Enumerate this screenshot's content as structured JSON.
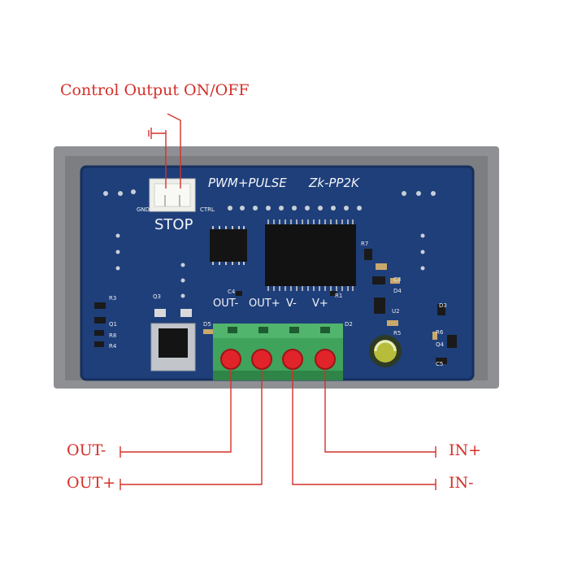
{
  "callouts": {
    "top": "Control Output ON/OFF",
    "out_minus": "OUT-",
    "out_plus": "OUT+",
    "in_plus": "IN+",
    "in_minus": "IN-"
  },
  "board": {
    "title_left": "PWM+PULSE",
    "title_right": "Zk-PP2K",
    "stop": "STOP",
    "gnd": "GND",
    "ctrl": "CTRL",
    "terminal_labels": [
      "OUT-",
      "OUT+",
      "V-",
      "V+"
    ],
    "components": [
      "Q3",
      "D5",
      "R3",
      "Q1",
      "R8",
      "R4",
      "C4",
      "R7",
      "R1",
      "C3",
      "D4",
      "U2",
      "R5",
      "D2",
      "D3",
      "R6",
      "Q4",
      "C5"
    ]
  },
  "colors": {
    "callout_red": "#d4302a",
    "pcb_blue": "#1f3f7a",
    "terminal_green": "#3fa35c",
    "screw_red": "#e0242a",
    "case_gray": "#8e9094"
  }
}
